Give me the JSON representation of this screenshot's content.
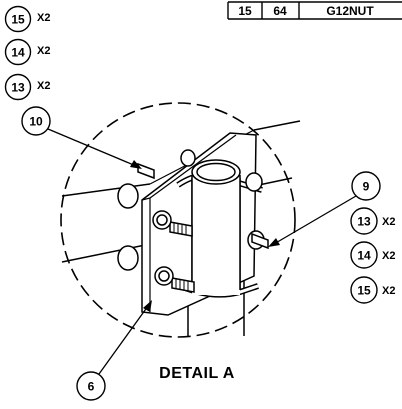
{
  "bom_row": {
    "item": "15",
    "part_no": "64",
    "description": "G12NUT"
  },
  "balloons_left": [
    {
      "number": "15",
      "qty": "X2"
    },
    {
      "number": "14",
      "qty": "X2"
    },
    {
      "number": "13",
      "qty": "X2"
    }
  ],
  "callout_10": "10",
  "callout_9": "9",
  "balloons_right": [
    {
      "number": "13",
      "qty": "X2"
    },
    {
      "number": "14",
      "qty": "X2"
    },
    {
      "number": "15",
      "qty": "X2"
    }
  ],
  "callout_6": "6",
  "detail_label": "DETAIL A"
}
